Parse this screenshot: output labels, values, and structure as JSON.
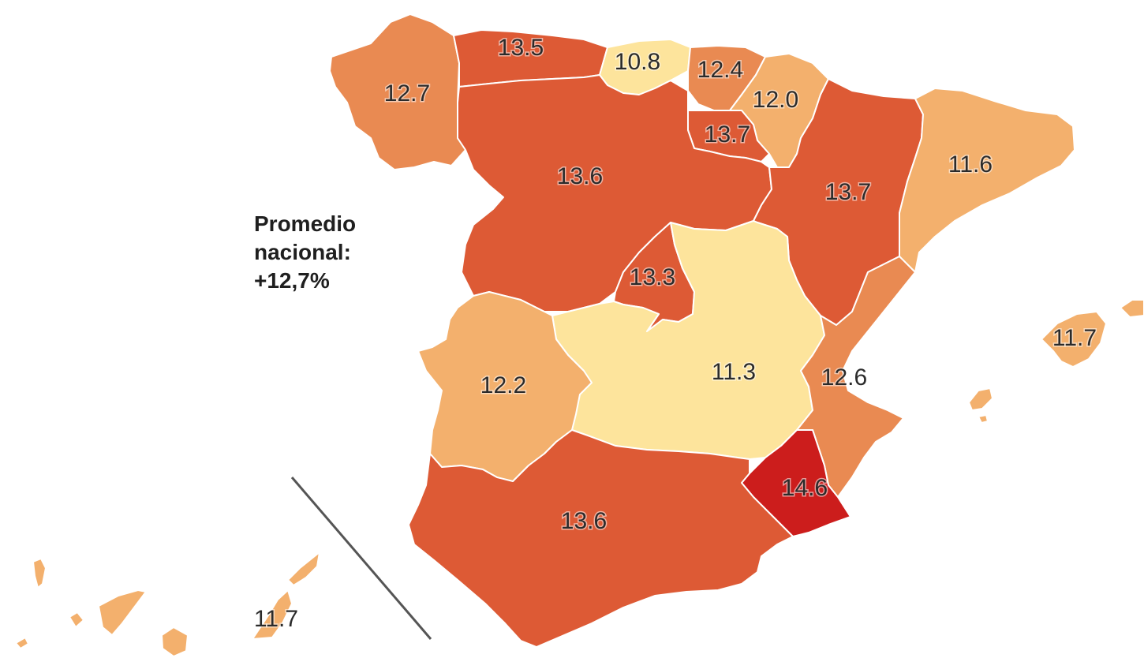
{
  "colors": {
    "background": "#ffffff",
    "scale": {
      "low": "#fde49c",
      "mid_low": "#f3b06d",
      "mid": "#e98a52",
      "high": "#dd5a35",
      "max": "#cc1d1c"
    },
    "divider": "#555555"
  },
  "annotation": {
    "line1": "Promedio",
    "line2": "nacional:",
    "line3": "+12,7%"
  },
  "regions": [
    {
      "id": "galicia",
      "value": 12.7,
      "label": "12.7",
      "color": "#e98a52"
    },
    {
      "id": "asturias",
      "value": 13.5,
      "label": "13.5",
      "color": "#dd5a35"
    },
    {
      "id": "cantabria",
      "value": 10.8,
      "label": "10.8",
      "color": "#fde49c"
    },
    {
      "id": "pais-vasco",
      "value": 12.4,
      "label": "12.4",
      "color": "#e98a52"
    },
    {
      "id": "navarra",
      "value": 12.0,
      "label": "12.0",
      "color": "#f3b06d"
    },
    {
      "id": "la-rioja",
      "value": 13.7,
      "label": "13.7",
      "color": "#dd5a35"
    },
    {
      "id": "castilla-y-leon",
      "value": 13.6,
      "label": "13.6",
      "color": "#dd5a35"
    },
    {
      "id": "aragon",
      "value": 13.7,
      "label": "13.7",
      "color": "#dd5a35"
    },
    {
      "id": "cataluna",
      "value": 11.6,
      "label": "11.6",
      "color": "#f3b06d"
    },
    {
      "id": "madrid",
      "value": 13.3,
      "label": "13.3",
      "color": "#dd5a35"
    },
    {
      "id": "extremadura",
      "value": 12.2,
      "label": "12.2",
      "color": "#f3b06d"
    },
    {
      "id": "castilla-la-mancha",
      "value": 11.3,
      "label": "11.3",
      "color": "#fde49c"
    },
    {
      "id": "valencia",
      "value": 12.6,
      "label": "12.6",
      "color": "#e98a52"
    },
    {
      "id": "murcia",
      "value": 14.6,
      "label": "14.6",
      "color": "#cc1d1c"
    },
    {
      "id": "andalucia",
      "value": 13.6,
      "label": "13.6",
      "color": "#dd5a35"
    },
    {
      "id": "baleares",
      "value": 11.7,
      "label": "11.7",
      "color": "#f3b06d"
    },
    {
      "id": "canarias",
      "value": 11.7,
      "label": "11.7",
      "color": "#f3b06d"
    }
  ]
}
